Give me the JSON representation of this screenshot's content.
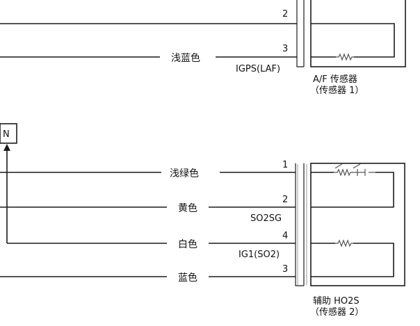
{
  "sensor1": {
    "name": "A/F 传感器",
    "sub": "（传感器 1）",
    "pins": [
      {
        "num": "2"
      },
      {
        "num": "3",
        "color": "浅蓝色",
        "signal": "IGPS(LAF)"
      }
    ]
  },
  "sensor2": {
    "name": "辅助 HO2S",
    "sub": "（传感器 2）",
    "pins": [
      {
        "num": "1",
        "color": "浅绿色"
      },
      {
        "num": "2",
        "color": "黄色",
        "signal": "SO2SG"
      },
      {
        "num": "4",
        "color": "白色",
        "signal": "IG1(SO2)"
      },
      {
        "num": "3",
        "color": "蓝色"
      }
    ]
  },
  "node": {
    "label": "N"
  }
}
